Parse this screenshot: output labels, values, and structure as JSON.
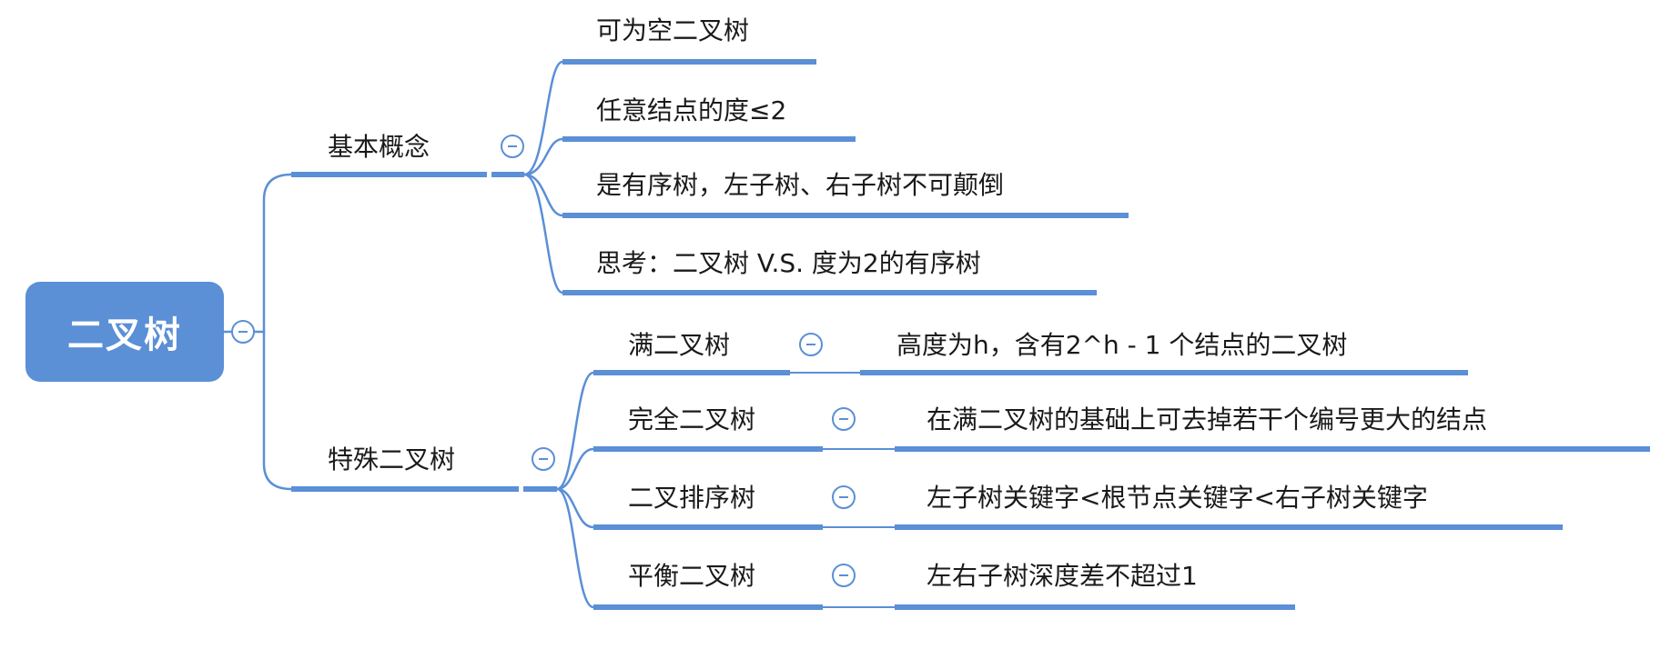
{
  "root": {
    "label": "二叉树"
  },
  "branches": [
    {
      "label": "基本概念",
      "children": [
        {
          "label": "可为空二叉树"
        },
        {
          "label": "任意结点的度≤2"
        },
        {
          "label": "是有序树，左子树、右子树不可颠倒"
        },
        {
          "label": "思考：二叉树 V.S. 度为2的有序树"
        }
      ]
    },
    {
      "label": "特殊二叉树",
      "children": [
        {
          "label": "满二叉树",
          "detail": "高度为h，含有2^h - 1 个结点的二叉树"
        },
        {
          "label": "完全二叉树",
          "detail": "在满二叉树的基础上可去掉若干个编号更大的结点"
        },
        {
          "label": "二叉排序树",
          "detail": "左子树关键字<根节点关键字<右子树关键字"
        },
        {
          "label": "平衡二叉树",
          "detail": "左右子树深度差不超过1"
        }
      ]
    }
  ],
  "colors": {
    "accent": "#5b8fd6",
    "line": "#5b8fd6",
    "text": "#1a1a1a"
  }
}
